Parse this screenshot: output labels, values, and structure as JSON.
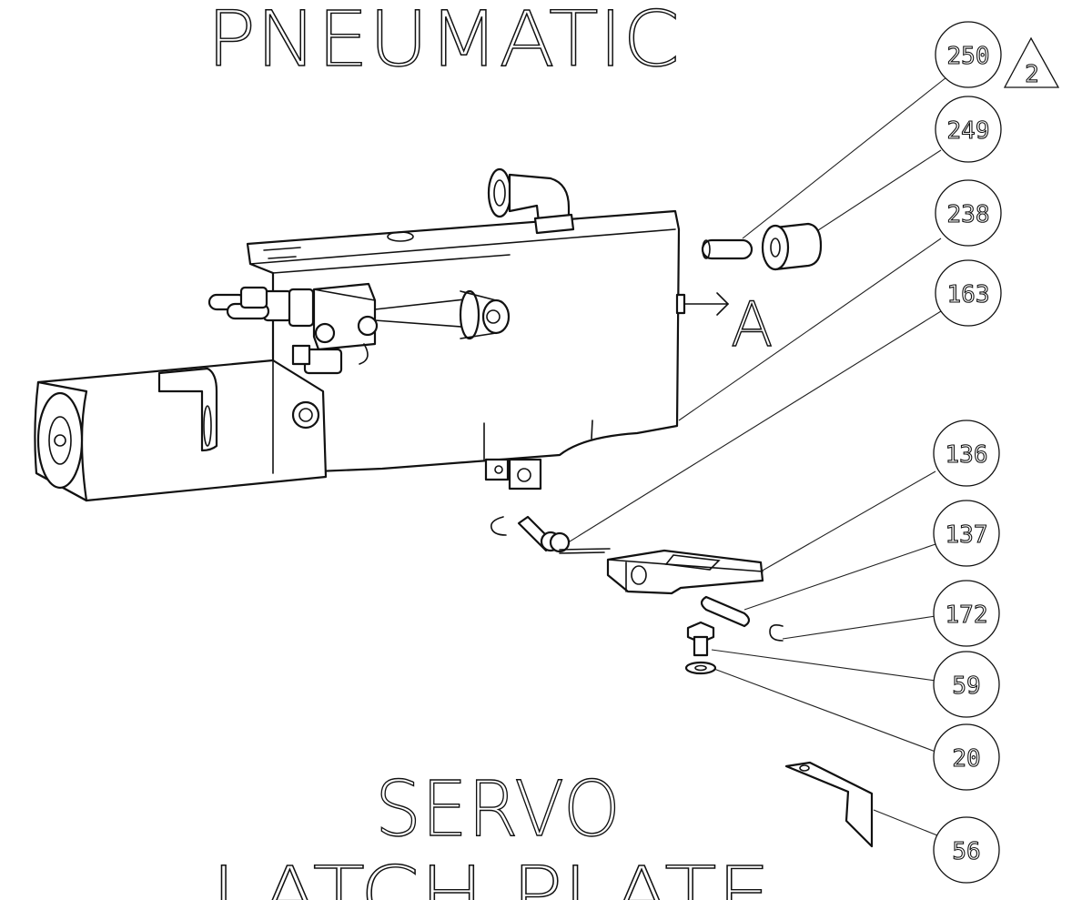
{
  "titles": {
    "pneumatic": "PNEUMATIC",
    "servo": "SERVO",
    "latch_plate": "LATCH PLATE"
  },
  "direction_label": "A",
  "revision_marker": "2",
  "balloons": [
    {
      "id": "b250",
      "label": "250"
    },
    {
      "id": "b249",
      "label": "249"
    },
    {
      "id": "b238",
      "label": "238"
    },
    {
      "id": "b163",
      "label": "163"
    },
    {
      "id": "b136",
      "label": "136"
    },
    {
      "id": "b137",
      "label": "137"
    },
    {
      "id": "b172",
      "label": "172"
    },
    {
      "id": "b59",
      "label": "59"
    },
    {
      "id": "b20",
      "label": "20"
    },
    {
      "id": "b56",
      "label": "56"
    }
  ],
  "colors": {
    "line": "#111111",
    "background": "#ffffff"
  }
}
